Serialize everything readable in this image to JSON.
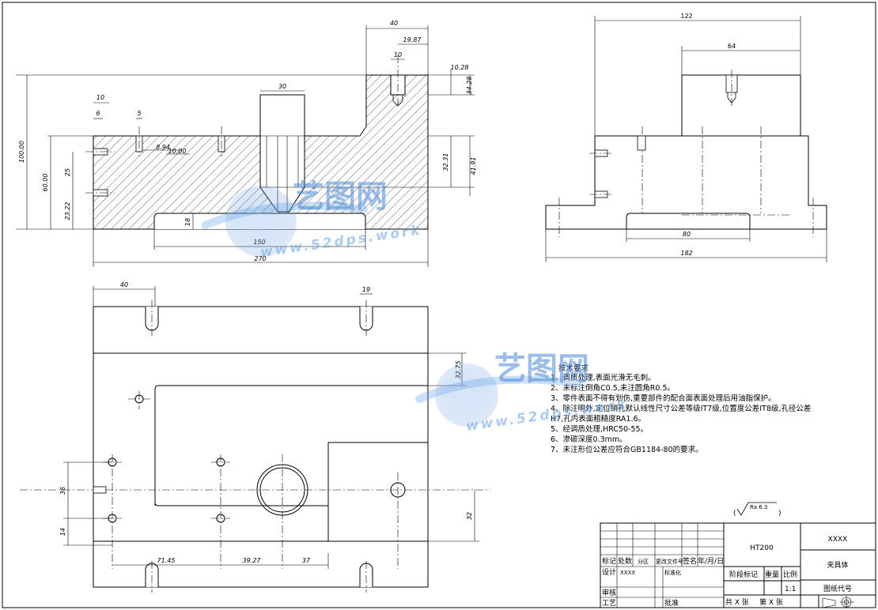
{
  "dimensions": {
    "front_view": {
      "top_width": "40",
      "hole_offset": "19.87",
      "hole_dia": "10",
      "step_v1": "10.28",
      "step_v2": "34.28",
      "left_hole_w1": "10",
      "left_hole_w2": "6",
      "slot_5": "5",
      "d_8_94": "8.94",
      "d_10_00": "10.00",
      "center_slot": "30",
      "total_height": "100.00",
      "h_60": "60.00",
      "h_25": "25",
      "h_23_22": "23.22",
      "h_32_31": "32.31",
      "h_41_91": "41.91",
      "recess_depth": "18",
      "recess_width": "150",
      "overall_width": "270"
    },
    "side_view": {
      "top_width": "122",
      "inner_width": "64",
      "base_inner": "80",
      "overall_width": "182"
    },
    "plan_view": {
      "left_40": "40",
      "slot_19": "19",
      "right_32_75": "32.75",
      "left_36": "36",
      "left_14": "14",
      "right_32": "32",
      "x_71_45": "71.45",
      "x_39_27": "39.27",
      "x_37": "37"
    }
  },
  "roughness": {
    "label": "Ra 6.3"
  },
  "technical_requirements": {
    "title": "技术要求",
    "items": [
      "1、调质处理,表面光滑无毛刺。",
      "2、未标注倒角C0.5,未注圆角R0.5。",
      "3、零件表面不得有划伤,重要部件的配合面表面处理后用油脂保护。",
      "4、除注明外,定位销孔默认线性尺寸公差等级IT7级,位置度公差IT8级,孔径公差",
      "H7,孔内表面粗糙度RA1.6。",
      "5、经调质处理,HRC50-55。",
      "6、渗碳深度0.3mm。",
      "7、未注形位公差应符合GB1184-80的要求。"
    ]
  },
  "title_block": {
    "material": "HT200",
    "drawing_no": "XXXX",
    "part_name": "夹具体",
    "biaoji": "标记",
    "chushu": "处数",
    "fenqu": "分区",
    "gengai": "更改文件号",
    "qianming": "签名",
    "nianyueri": "年/月/日",
    "sheji": "设计",
    "designer": "XXXX",
    "biaozhunhua": "标准化",
    "jieduan": "阶段标记",
    "zhongliang": "重量",
    "bili": "比例",
    "scale": "1:1",
    "tuzhi": "图纸代号",
    "shenhe": "审核",
    "gongyi": "工艺",
    "pizhun": "批准",
    "gong_zhang": "共 X 张",
    "di_zhang": "第 X 张"
  },
  "watermark": {
    "brand": "艺图网",
    "url": "www.52dps.work"
  },
  "colors": {
    "line": "#000000",
    "watermark": "#4a88d8",
    "background": "#ffffff"
  }
}
